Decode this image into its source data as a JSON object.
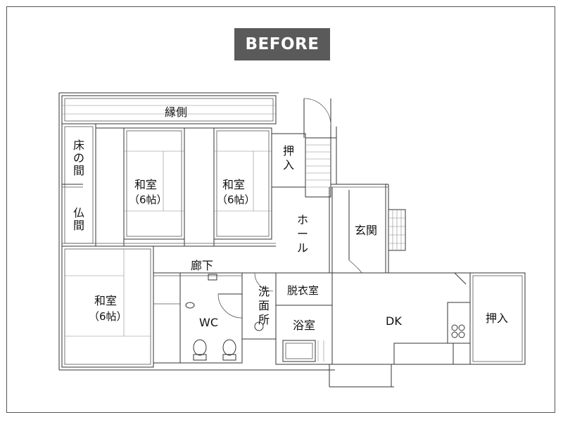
{
  "badge": {
    "label": "BEFORE"
  },
  "rooms": {
    "engawa": "縁側",
    "toko_1": "床",
    "toko_2": "の",
    "toko_3": "間",
    "butsu_1": "仏",
    "butsu_2": "間",
    "washitsu_a_1": "和室",
    "washitsu_a_2": "（6帖）",
    "washitsu_b_1": "和室",
    "washitsu_b_2": "（6帖）",
    "washitsu_c_1": "和室",
    "washitsu_c_2": "（6帖）",
    "oshiire_top_1": "押",
    "oshiire_top_2": "入",
    "hall_1": "ホ",
    "hall_2": "ー",
    "hall_3": "ル",
    "genkan": "玄関",
    "rouka": "廊下",
    "wc": "WC",
    "senmen_1": "洗",
    "senmen_2": "面",
    "senmen_3": "所",
    "datsui": "脱衣室",
    "yokushitsu": "浴室",
    "dk": "DK",
    "oshiire_right": "押入"
  },
  "colors": {
    "badge_bg": "#5a5a5a",
    "line": "#333333"
  }
}
